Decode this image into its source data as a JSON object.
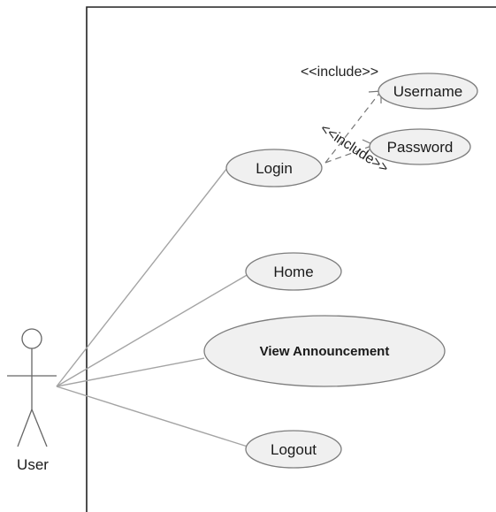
{
  "actor": {
    "name": "User"
  },
  "use_cases": {
    "login": "Login",
    "username": "Username",
    "password": "Password",
    "home": "Home",
    "view_announcement": "View Announcement",
    "logout": "Logout"
  },
  "relations": {
    "include_username": "<<include>>",
    "include_password": "<<include>>"
  }
}
